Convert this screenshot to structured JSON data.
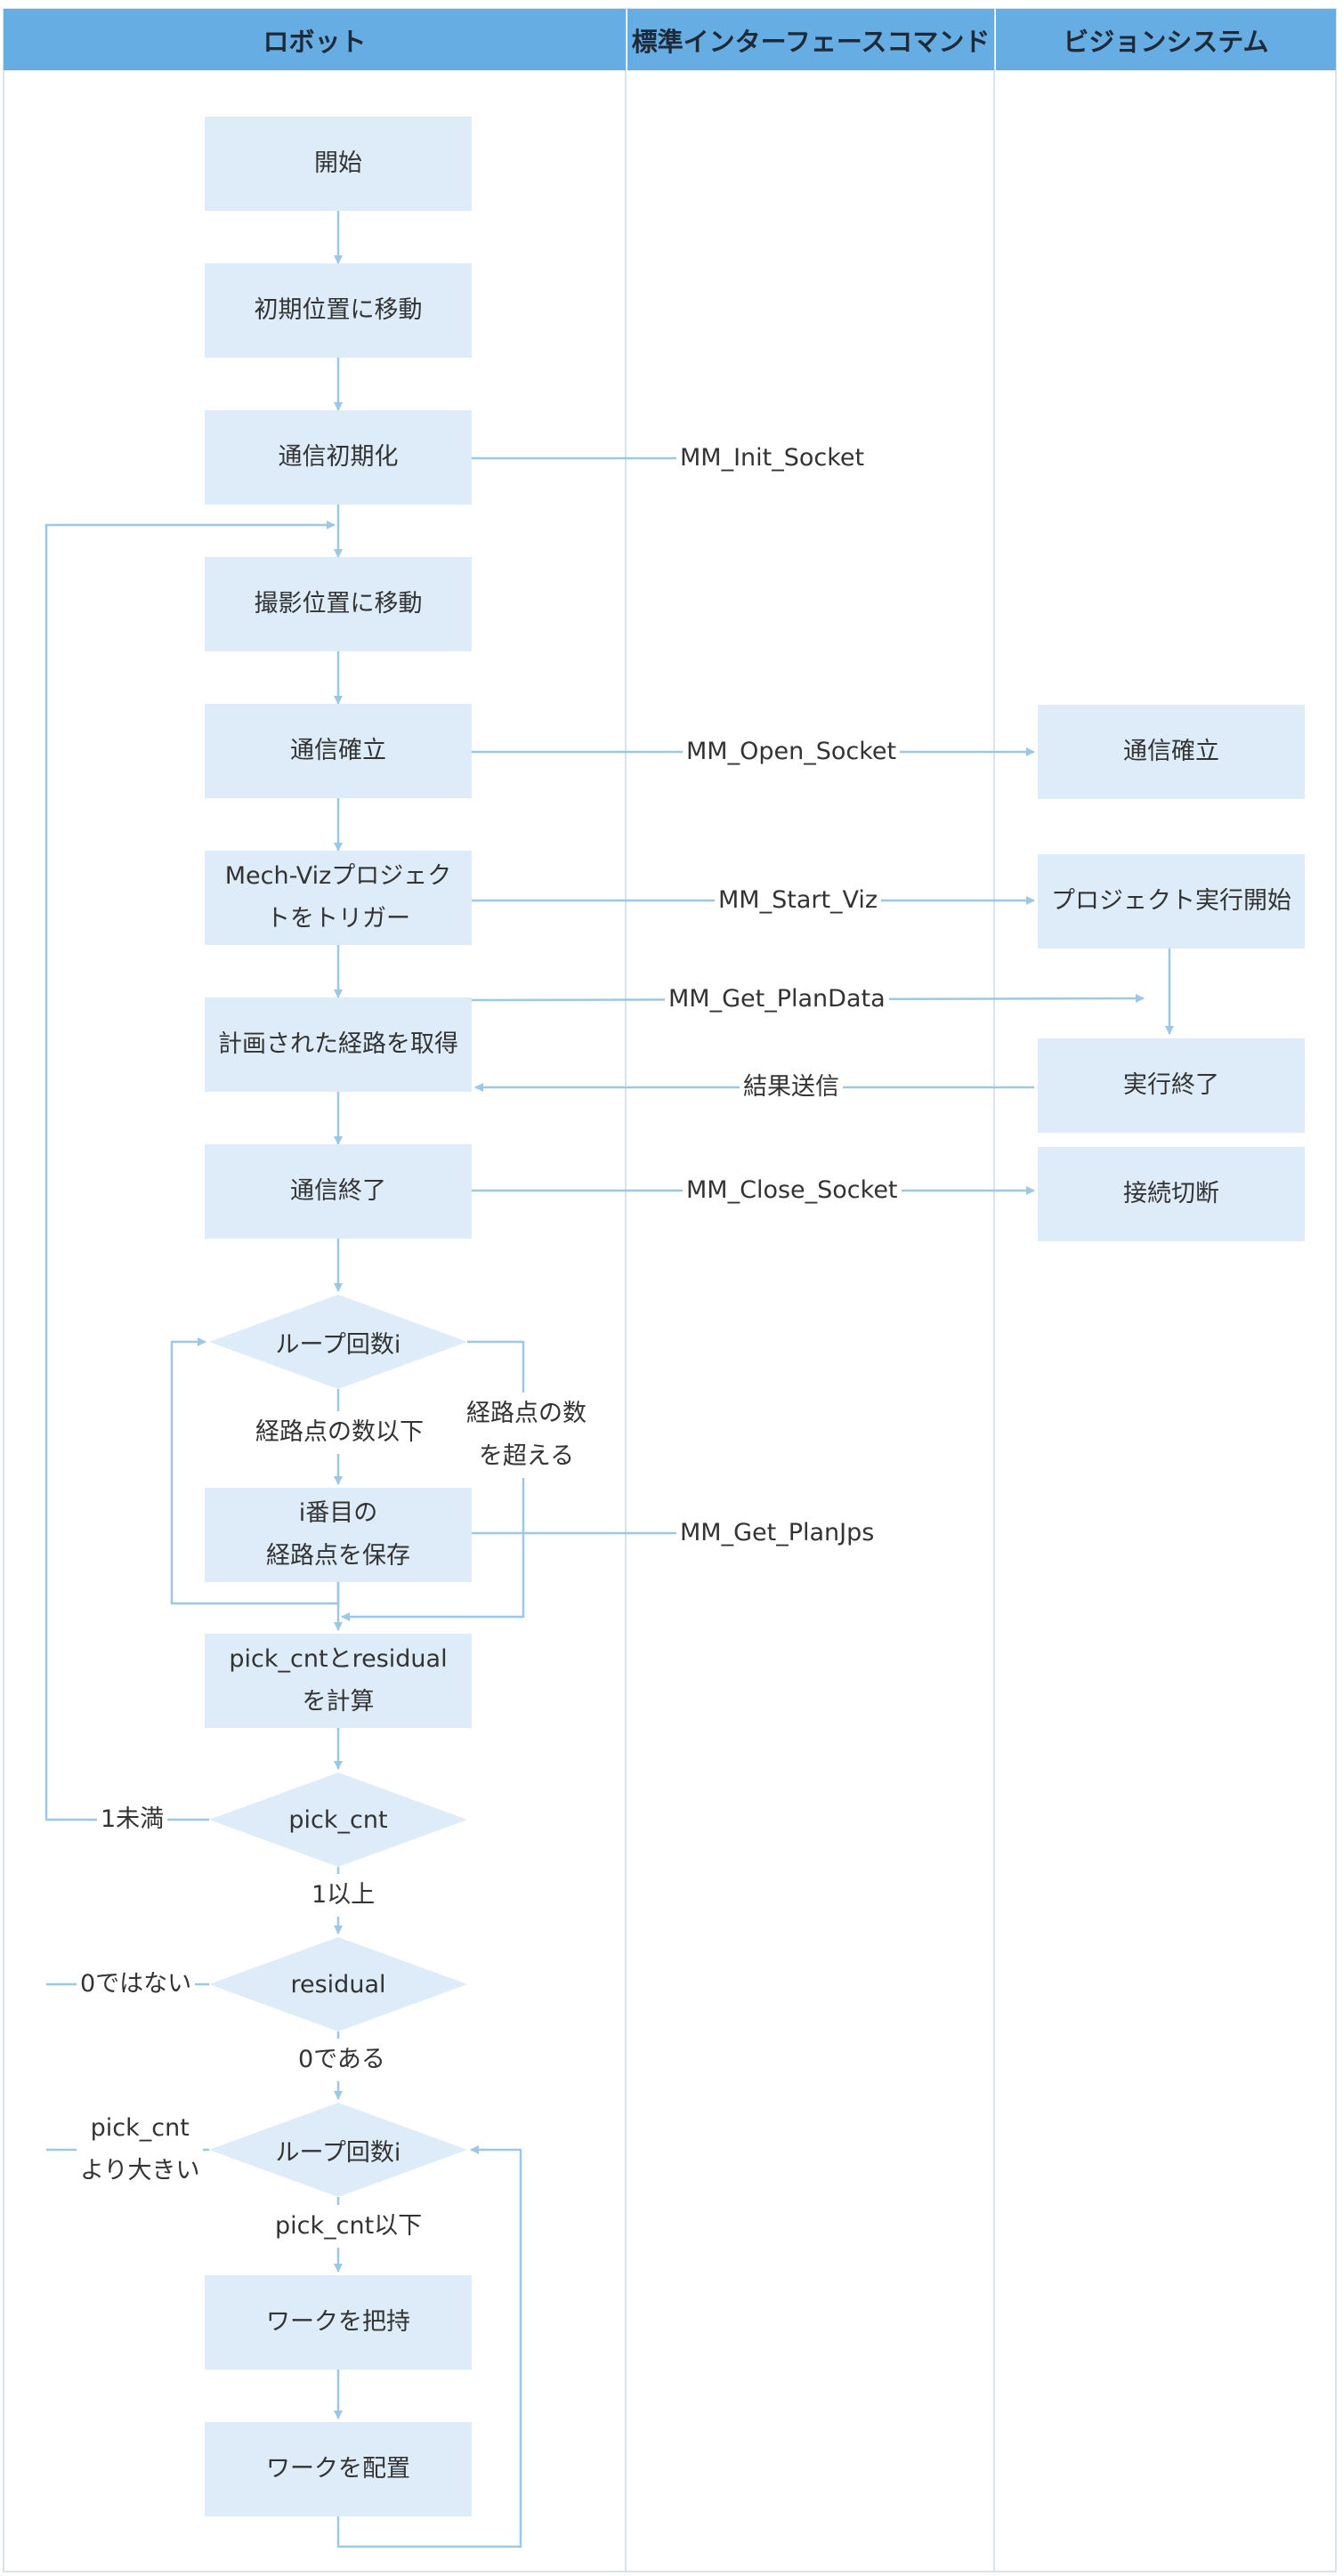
{
  "lanes": {
    "robot": "ロボット",
    "interface": "標準インターフェースコマンド",
    "vision": "ビジョンシステム"
  },
  "robot": {
    "start": "開始",
    "move_initial": "初期位置に移動",
    "init_comm": "通信初期化",
    "move_capture": "撮影位置に移動",
    "establish_comm": "通信確立",
    "trigger_viz": "Mech-Vizプロジェク\nトをトリガー",
    "get_path": "計画された経路を取得",
    "end_comm": "通信終了",
    "loop_i": "ループ回数i",
    "save_point": "i番目の\n経路点を保存",
    "calc": "pick_cntとresidual\nを計算",
    "pick_cnt": "pick_cnt",
    "residual": "residual",
    "loop_i2": "ループ回数i",
    "pick_work": "ワークを把持",
    "place_work": "ワークを配置"
  },
  "vision": {
    "establish_comm": "通信確立",
    "project_start": "プロジェクト実行開始",
    "exec_end": "実行終了",
    "disconnect": "接続切断"
  },
  "commands": {
    "init_socket": "MM_Init_Socket",
    "open_socket": "MM_Open_Socket",
    "start_viz": "MM_Start_Viz",
    "get_plandata": "MM_Get_PlanData",
    "result_send": "結果送信",
    "close_socket": "MM_Close_Socket",
    "get_planjps": "MM_Get_PlanJps"
  },
  "conditions": {
    "le_points": "経路点の数以下",
    "gt_points": "経路点の数\nを超える",
    "lt_one": "1未満",
    "ge_one": "1以上",
    "not_zero": "0ではない",
    "is_zero": "0である",
    "gt_pick": "pick_cnt\nより大きい",
    "le_pick": "pick_cnt以下"
  },
  "colors": {
    "header": "#66ade4",
    "box": "#ddecf8",
    "line": "#9cc8e6",
    "divider": "#dbe3ea"
  }
}
